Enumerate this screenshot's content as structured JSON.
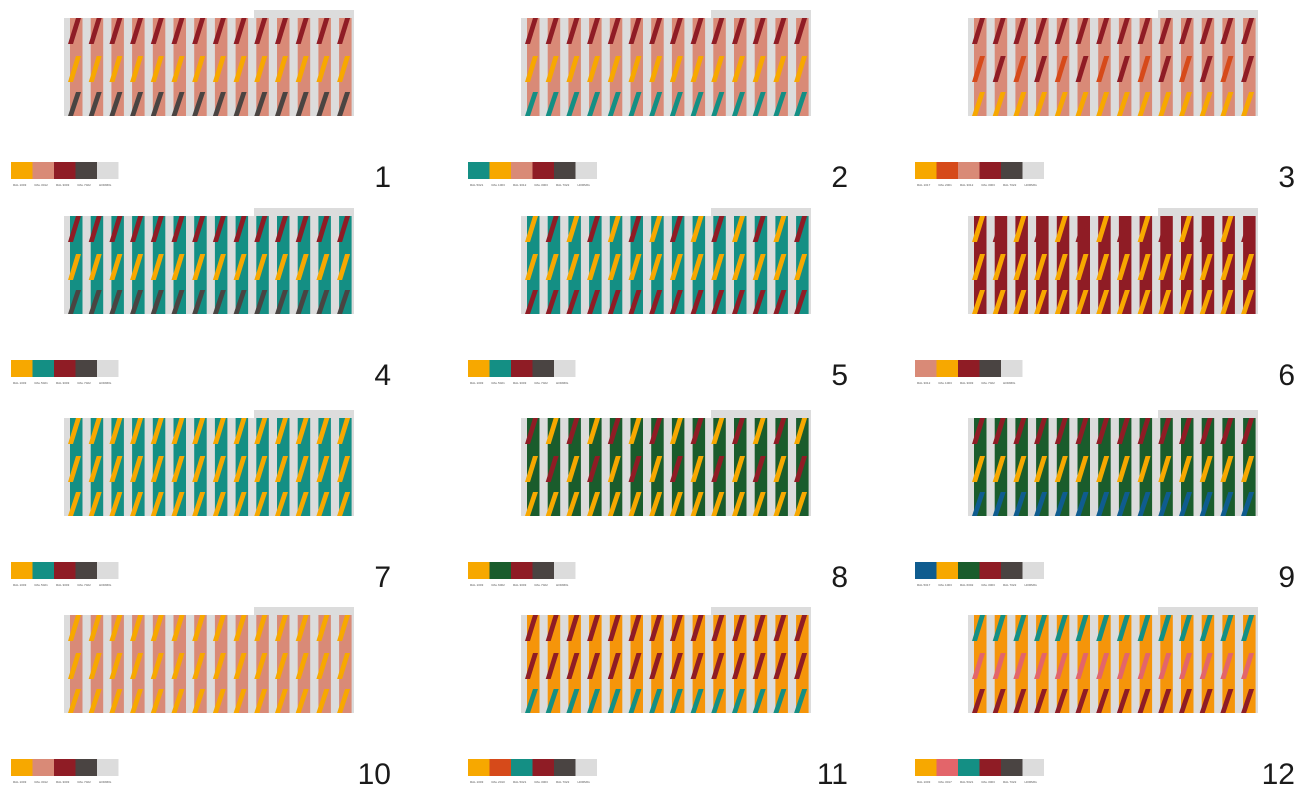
{
  "colors": {
    "pink": "#d98a77",
    "gold": "#f7a800",
    "orange": "#f5950a",
    "red": "#8f1c25",
    "dark": "#4a4442",
    "teal": "#148f84",
    "green": "#1a5c2c",
    "blue": "#0f5c8f",
    "vermilion": "#d64a1a",
    "coral": "#e3656a",
    "grey": "#dcdcdc"
  },
  "variants": [
    {
      "number": "1",
      "field": "pink",
      "tops": [
        "red",
        "red"
      ],
      "mids": [
        "gold",
        "gold"
      ],
      "bots": [
        "dark",
        "dark"
      ],
      "swatches": [
        {
          "c": "gold",
          "l": "RAL 1003"
        },
        {
          "c": "pink",
          "l": "RAL 3012"
        },
        {
          "c": "red",
          "l": "RAL 3003"
        },
        {
          "c": "dark",
          "l": "RAL 7022"
        },
        {
          "c": "grey",
          "l": "HORMIG"
        }
      ]
    },
    {
      "number": "2",
      "field": "pink",
      "tops": [
        "red",
        "red"
      ],
      "mids": [
        "gold",
        "gold"
      ],
      "bots": [
        "teal",
        "teal"
      ],
      "swatches": [
        {
          "c": "teal",
          "l": "RAL 5021"
        },
        {
          "c": "gold",
          "l": "RAL 1003"
        },
        {
          "c": "pink",
          "l": "RAL 3012"
        },
        {
          "c": "red",
          "l": "RAL 3003"
        },
        {
          "c": "dark",
          "l": "RAL 7022"
        },
        {
          "c": "grey",
          "l": "HORMIG"
        }
      ]
    },
    {
      "number": "3",
      "field": "pink",
      "tops": [
        "red",
        "red"
      ],
      "mids": [
        "vermilion",
        "red"
      ],
      "bots": [
        "gold",
        "gold"
      ],
      "swatches": [
        {
          "c": "gold",
          "l": "RAL 1017"
        },
        {
          "c": "vermilion",
          "l": "RAL 2001"
        },
        {
          "c": "pink",
          "l": "RAL 3012"
        },
        {
          "c": "red",
          "l": "RAL 3003"
        },
        {
          "c": "dark",
          "l": "RAL 7022"
        },
        {
          "c": "grey",
          "l": "HORMIG"
        }
      ]
    },
    {
      "number": "4",
      "field": "teal",
      "tops": [
        "red",
        "red"
      ],
      "mids": [
        "gold",
        "gold"
      ],
      "bots": [
        "dark",
        "dark"
      ],
      "swatches": [
        {
          "c": "gold",
          "l": "RAL 1003"
        },
        {
          "c": "teal",
          "l": "RAL 5021"
        },
        {
          "c": "red",
          "l": "RAL 3003"
        },
        {
          "c": "dark",
          "l": "RAL 7022"
        },
        {
          "c": "grey",
          "l": "HORMIG"
        }
      ]
    },
    {
      "number": "5",
      "field": "teal",
      "tops": [
        "gold",
        "red"
      ],
      "mids": [
        "gold",
        "gold"
      ],
      "bots": [
        "red",
        "red"
      ],
      "swatches": [
        {
          "c": "gold",
          "l": "RAL 1003"
        },
        {
          "c": "teal",
          "l": "RAL 5021"
        },
        {
          "c": "red",
          "l": "RAL 3003"
        },
        {
          "c": "dark",
          "l": "RAL 7022"
        },
        {
          "c": "grey",
          "l": "HORMIG"
        }
      ]
    },
    {
      "number": "6",
      "field": "red",
      "tops": [
        "gold",
        "red"
      ],
      "mids": [
        "gold",
        "gold"
      ],
      "bots": [
        "gold",
        "gold"
      ],
      "swatches": [
        {
          "c": "pink",
          "l": "RAL 3012"
        },
        {
          "c": "gold",
          "l": "RAL 1003"
        },
        {
          "c": "red",
          "l": "RAL 3003"
        },
        {
          "c": "dark",
          "l": "RAL 7022"
        },
        {
          "c": "grey",
          "l": "HORMIG"
        }
      ]
    },
    {
      "number": "7",
      "field": "teal",
      "tops": [
        "gold",
        "gold"
      ],
      "mids": [
        "gold",
        "gold"
      ],
      "bots": [
        "gold",
        "gold"
      ],
      "swatches": [
        {
          "c": "gold",
          "l": "RAL 1003"
        },
        {
          "c": "teal",
          "l": "RAL 5021"
        },
        {
          "c": "red",
          "l": "RAL 3003"
        },
        {
          "c": "dark",
          "l": "RAL 7022"
        },
        {
          "c": "grey",
          "l": "HORMIG"
        }
      ]
    },
    {
      "number": "8",
      "field": "green",
      "tops": [
        "red",
        "gold"
      ],
      "mids": [
        "gold",
        "red"
      ],
      "bots": [
        "gold",
        "gold"
      ],
      "swatches": [
        {
          "c": "gold",
          "l": "RAL 1003"
        },
        {
          "c": "green",
          "l": "RAL 6002"
        },
        {
          "c": "red",
          "l": "RAL 3003"
        },
        {
          "c": "dark",
          "l": "RAL 7022"
        },
        {
          "c": "grey",
          "l": "HORMIG"
        }
      ]
    },
    {
      "number": "9",
      "field": "green",
      "tops": [
        "red",
        "red"
      ],
      "mids": [
        "gold",
        "gold"
      ],
      "bots": [
        "blue",
        "blue"
      ],
      "swatches": [
        {
          "c": "blue",
          "l": "RAL 5017"
        },
        {
          "c": "gold",
          "l": "RAL 1003"
        },
        {
          "c": "green",
          "l": "RAL 6002"
        },
        {
          "c": "red",
          "l": "RAL 3003"
        },
        {
          "c": "dark",
          "l": "RAL 7022"
        },
        {
          "c": "grey",
          "l": "HORMIG"
        }
      ]
    },
    {
      "number": "10",
      "field": "pink",
      "tops": [
        "gold",
        "gold"
      ],
      "mids": [
        "gold",
        "gold"
      ],
      "bots": [
        "gold",
        "gold"
      ],
      "swatches": [
        {
          "c": "gold",
          "l": "RAL 1003"
        },
        {
          "c": "pink",
          "l": "RAL 3012"
        },
        {
          "c": "red",
          "l": "RAL 3003"
        },
        {
          "c": "dark",
          "l": "RAL 7022"
        },
        {
          "c": "grey",
          "l": "HORMIG"
        }
      ]
    },
    {
      "number": "11",
      "field": "orange",
      "tops": [
        "red",
        "red"
      ],
      "mids": [
        "red",
        "red"
      ],
      "bots": [
        "teal",
        "teal"
      ],
      "swatches": [
        {
          "c": "gold",
          "l": "RAL 1003"
        },
        {
          "c": "vermilion",
          "l": "RAL 2010"
        },
        {
          "c": "teal",
          "l": "RAL 5021"
        },
        {
          "c": "red",
          "l": "RAL 3003"
        },
        {
          "c": "dark",
          "l": "RAL 7022"
        },
        {
          "c": "grey",
          "l": "HORMIG"
        }
      ]
    },
    {
      "number": "12",
      "field": "orange",
      "tops": [
        "teal",
        "teal"
      ],
      "mids": [
        "coral",
        "coral"
      ],
      "bots": [
        "red",
        "red"
      ],
      "swatches": [
        {
          "c": "gold",
          "l": "RAL 1003"
        },
        {
          "c": "coral",
          "l": "RAL 3017"
        },
        {
          "c": "teal",
          "l": "RAL 5021"
        },
        {
          "c": "red",
          "l": "RAL 3003"
        },
        {
          "c": "dark",
          "l": "RAL 7022"
        },
        {
          "c": "grey",
          "l": "HORMIG"
        }
      ]
    }
  ]
}
